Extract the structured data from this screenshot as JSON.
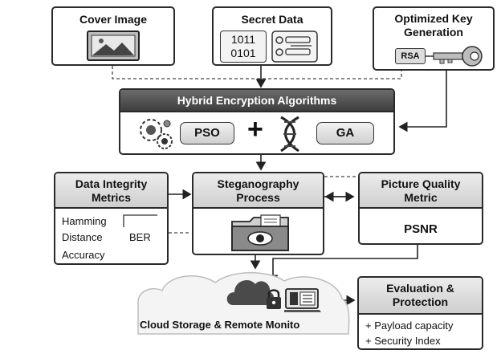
{
  "inputs": {
    "cover_image": "Cover Image",
    "secret_data": "Secret Data",
    "binary_line1": "1011",
    "binary_line2": "0101",
    "key_generation_line1": "Optimized Key",
    "key_generation_line2": "Generation",
    "rsa_label": "RSA"
  },
  "hybrid": {
    "title": "Hybrid Encryption Algorithms",
    "pso": "PSO",
    "plus": "+",
    "ga": "GA"
  },
  "integrity": {
    "title_line1": "Data Integrity",
    "title_line2": "Metrics",
    "hamming": "Hamming",
    "distance": "Distance",
    "ber": "BER",
    "accuracy": "Accuracy"
  },
  "stego": {
    "title_line1": "Steganography",
    "title_line2": "Process"
  },
  "quality": {
    "title_line1": "Picture Quality",
    "title_line2": "Metric",
    "psnr": "PSNR"
  },
  "cloud": {
    "label": "Cloud Storage & Remote Monito"
  },
  "evaluation": {
    "title_line1": "Evaluation &",
    "title_line2": "Protection",
    "item1": "+ Payload capacity",
    "item2": "+ Security Index"
  },
  "icons": [
    "image-icon",
    "binary-data-icon",
    "list-icon",
    "key-icon",
    "gears-icon",
    "dna-icon",
    "folder-eye-icon",
    "cloud-icon",
    "padlock-icon",
    "laptop-icon"
  ]
}
